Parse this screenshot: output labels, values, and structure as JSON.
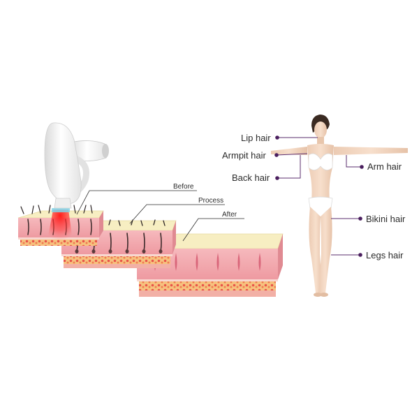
{
  "stages": [
    {
      "label": "Before"
    },
    {
      "label": "Process"
    },
    {
      "label": "After"
    }
  ],
  "body_labels": [
    {
      "label": "Lip hair"
    },
    {
      "label": "Armpit hair"
    },
    {
      "label": "Back hair"
    },
    {
      "label": "Arm hair"
    },
    {
      "label": "Bikini hair"
    },
    {
      "label": "Legs hair"
    }
  ],
  "colors": {
    "leader_line": "#5a2d6e",
    "leader_dot": "#4a1f5e",
    "skin_top": "#f7eec2",
    "dermis": "#f2a7ad",
    "fat_layer": "#f39a8f",
    "laser_glow": "#ff1a1a",
    "device_body": "#f4f4f4"
  }
}
